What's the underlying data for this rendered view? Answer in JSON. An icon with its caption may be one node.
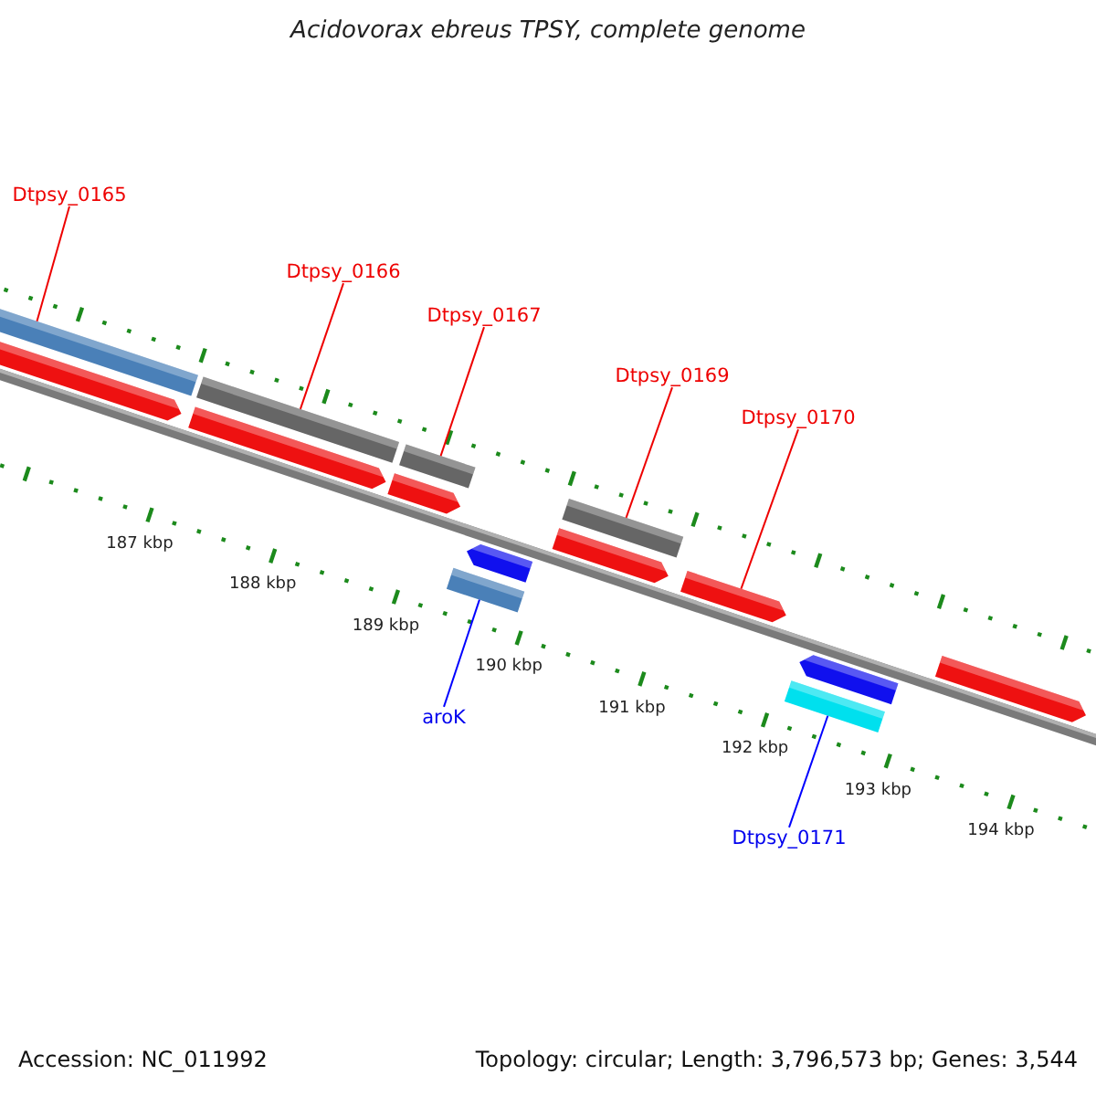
{
  "diagram": {
    "title": "Acidovorax ebreus TPSY, complete genome",
    "nodes": [
      {
        "text": [
          "Dtpsy_0165"
        ]
      },
      {
        "text": [
          "Dtpsy_0166"
        ]
      },
      {
        "text": [
          "Dtpsy_0167"
        ]
      },
      {
        "text": [
          "Dtpsy_0169"
        ]
      },
      {
        "text": [
          "Dtpsy_0170"
        ]
      },
      {
        "text": [
          "aroK"
        ]
      },
      {
        "text": [
          "Dtpsy_0171"
        ]
      },
      {
        "text": [],
        "shape": "bar"
      },
      {
        "text": [],
        "shape": "bar"
      },
      {
        "text": [],
        "shape": "bar"
      },
      {
        "text": [],
        "shape": "bar"
      },
      {
        "text": [],
        "shape": "arrow"
      },
      {
        "text": [],
        "shape": "bar"
      },
      {
        "text": [],
        "shape": "bar"
      }
    ],
    "edges": [
      {
        "from": 0,
        "to": 7,
        "arrow": "none"
      },
      {
        "from": 1,
        "to": 8,
        "arrow": "none"
      },
      {
        "from": 2,
        "to": 9,
        "arrow": "none"
      },
      {
        "from": 3,
        "to": 10,
        "arrow": "none"
      },
      {
        "from": 4,
        "to": 11,
        "arrow": "none"
      },
      {
        "from": 5,
        "to": 12,
        "arrow": "none",
        "color": "#0000ff"
      },
      {
        "from": 6,
        "to": 13,
        "arrow": "none",
        "color": "#0000ff"
      }
    ],
    "labels": [
      "187 kbp",
      "188 kbp",
      "189 kbp",
      "190 kbp",
      "191 kbp",
      "192 kbp",
      "193 kbp",
      "194 kbp",
      "Accession: NC_011992",
      "Topology: circular; Length: 3,796,573 bp; Genes: 3,544"
    ]
  }
}
